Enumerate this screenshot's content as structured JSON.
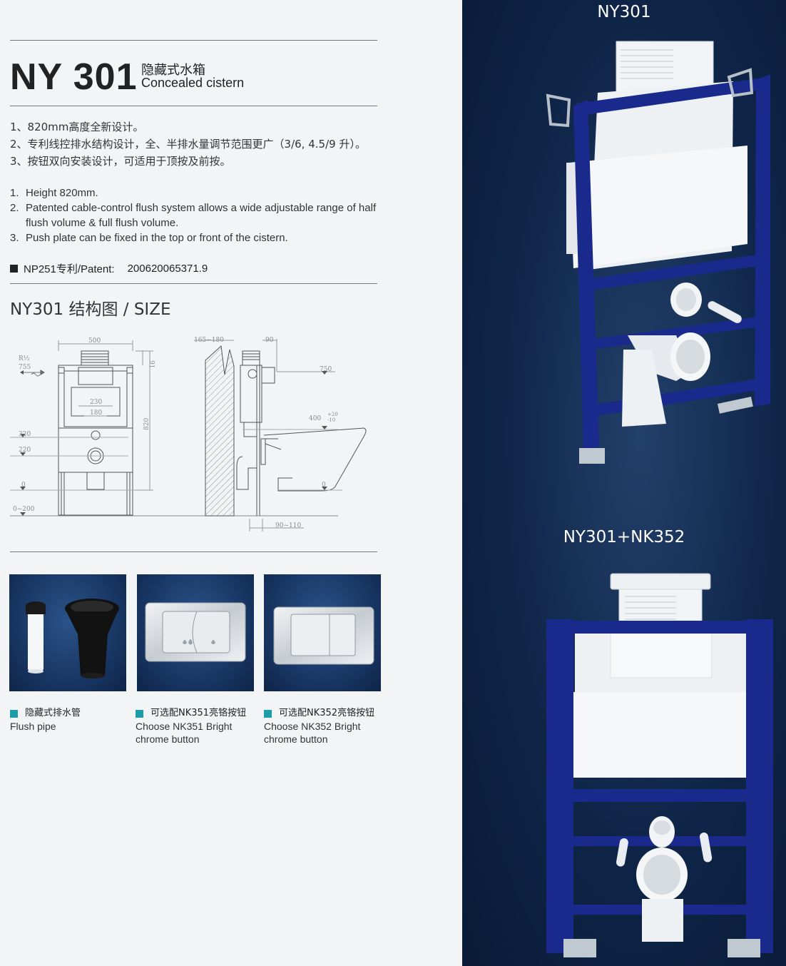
{
  "header": {
    "model": "NY 301",
    "title_cn": "隐藏式水箱",
    "title_en": "Concealed cistern"
  },
  "features_cn": [
    "1、820mm高度全新设计。",
    "2、专利线控排水结构设计，全、半排水量调节范围更广（3/6, 4.5/9 升）。",
    "3、按钮双向安装设计，可适用于顶按及前按。"
  ],
  "features_en": [
    {
      "num": "1.",
      "text": "Height 820mm."
    },
    {
      "num": "2.",
      "text": "Patented cable-control flush system allows a wide adjustable range of half flush volume & full flush volume."
    },
    {
      "num": "3.",
      "text": "Push plate can be fixed in the top or front of the cistern."
    }
  ],
  "patent": {
    "label": "NP251专利/Patent:",
    "number": "200620065371.9"
  },
  "size_title": "NY301 结构图 / SIZE",
  "drawing_dims": {
    "d500": "500",
    "d230": "230",
    "d180": "180",
    "d820": "820",
    "d91": "91",
    "d755": "755",
    "r12": "R½",
    "d320": "320",
    "d220": "220",
    "d0a": "0",
    "d0_200": "0~200",
    "d165_180": "165~180",
    "d90": "90",
    "d750": "750",
    "d400": "400",
    "d400_tol_up": "+20",
    "d400_tol_dn": "-10",
    "d0b": "0",
    "d90_110": "90~110"
  },
  "accessories": [
    {
      "cn": "隐藏式排水管",
      "en": "Flush pipe"
    },
    {
      "cn": "可选配NK351亮铬按钮",
      "en": "Choose NK351 Bright chrome button"
    },
    {
      "cn": "可选配NK352亮铬按钮",
      "en": "Choose NK352 Bright chrome button"
    }
  ],
  "right_panel": {
    "label_top": "NY301",
    "label_bottom": "NY301+NK352"
  },
  "colors": {
    "frame_blue": "#1a2a8c",
    "accent_teal": "#1c9ea8",
    "panel_navy": "#0f2548"
  }
}
